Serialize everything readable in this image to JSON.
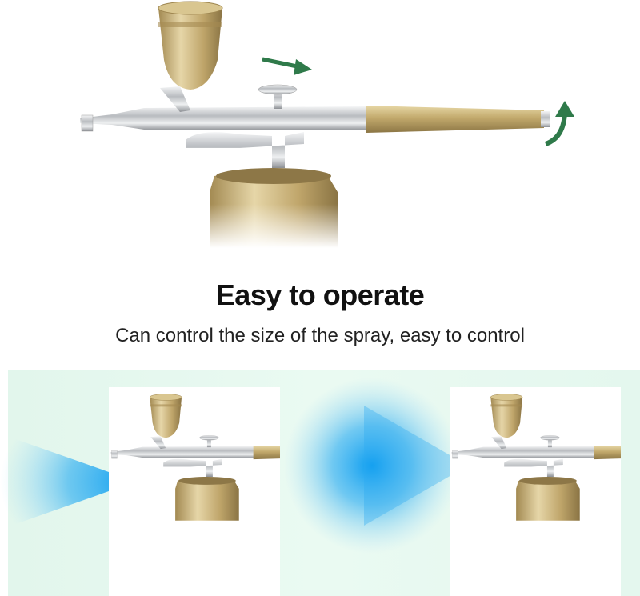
{
  "heading": {
    "title": "Easy to operate",
    "subtitle": "Can control the size of the spray, easy to control"
  },
  "colors": {
    "gold": "#c9b27a",
    "chrome": "#c8cacd",
    "arrow_green": "#2f7a4a",
    "spray_blue": "#1aa3ef",
    "panel_mint": "#e6f8ef"
  },
  "icons": {
    "direction_arrow": "arrow-right-icon",
    "rotate_arrow": "rotate-arrow-icon"
  },
  "comparison": {
    "left_spray": "small",
    "right_spray": "large"
  }
}
